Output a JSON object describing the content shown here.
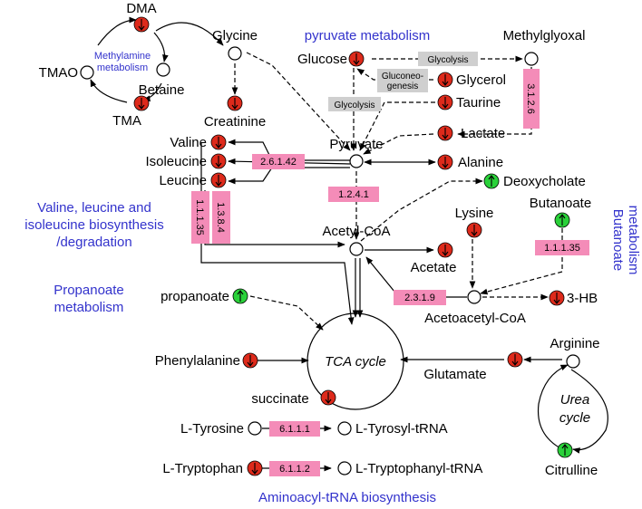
{
  "pathways": {
    "methylamine": "Methylamine metabolism",
    "methylamine_l1": "Methylamine",
    "methylamine_l2": "metabolism",
    "pyruvate": "pyruvate metabolism",
    "vli_l1": "Valine, leucine and",
    "vli_l2": "isoleucine biosynthesis",
    "vli_l3": "/degradation",
    "propanoate_l1": "Propanoate",
    "propanoate_l2": "metabolism",
    "butanoate_l1": "Butanoate",
    "butanoate_l2": "metabolism",
    "aminoacyl": "Aminoacyl-tRNA biosynthesis"
  },
  "metabolites": {
    "dma": "DMA",
    "tmao": "TMAO",
    "betaine": "Betaine",
    "tma": "TMA",
    "glycine": "Glycine",
    "creatinine": "Creatinine",
    "glucose": "Glucose",
    "glycerol": "Glycerol",
    "taurine": "Taurine",
    "lactate": "Lactate",
    "methylglyoxal": "Methylglyoxal",
    "pyruvate": "Pyruvate",
    "alanine": "Alanine",
    "valine": "Valine",
    "isoleucine": "Isoleucine",
    "leucine": "Leucine",
    "deoxycholate": "Deoxycholate",
    "acetyl_coa": "Acetyl-CoA",
    "acetate": "Acetate",
    "lysine": "Lysine",
    "butanoate": "Butanoate",
    "acetoacetyl_coa": "Acetoacetyl-CoA",
    "hb3": "3-HB",
    "propanoate": "propanoate",
    "phenylalanine": "Phenylalanine",
    "glutamate": "Glutamate",
    "arginine": "Arginine",
    "succinate": "succinate",
    "citrulline": "Citrulline",
    "l_tyrosine": "L-Tyrosine",
    "l_tyrosyl_trna": "L-Tyrosyl-tRNA",
    "l_tryptophan": "L-Tryptophan",
    "l_tryptophanyl_trna": "L-Tryptophanyl-tRNA"
  },
  "processes": {
    "glycolysis_top": "Glycolysis",
    "gluconeo_l1": "Gluconeo-",
    "gluconeo_l2": "genesis",
    "glycolysis_mid": "Glycolysis"
  },
  "enzymes": {
    "ec_3126": "3.1.2.6",
    "ec_261_42": "2.6.1.42",
    "ec_1241": "1.2.4.1",
    "ec_11135_left": "1.1.1.35",
    "ec_1384": "1.3.8.4",
    "ec_11135_right": "1.1.1.35",
    "ec_2319": "2.3.1.9",
    "ec_6111": "6.1.1.1",
    "ec_6112": "6.1.1.2"
  },
  "cycles": {
    "tca": "TCA cycle",
    "urea_l1": "Urea",
    "urea_l2": "cycle"
  },
  "colors": {
    "decreased": "#dd2a1b",
    "increased": "#2ad13a",
    "enzyme_box": "#f48cb8",
    "process_box": "#cfcfcf",
    "pathway_text": "#3333cc"
  },
  "legend_semantics": {
    "down_marker": "down-arrow",
    "up_marker": "up-arrow"
  }
}
